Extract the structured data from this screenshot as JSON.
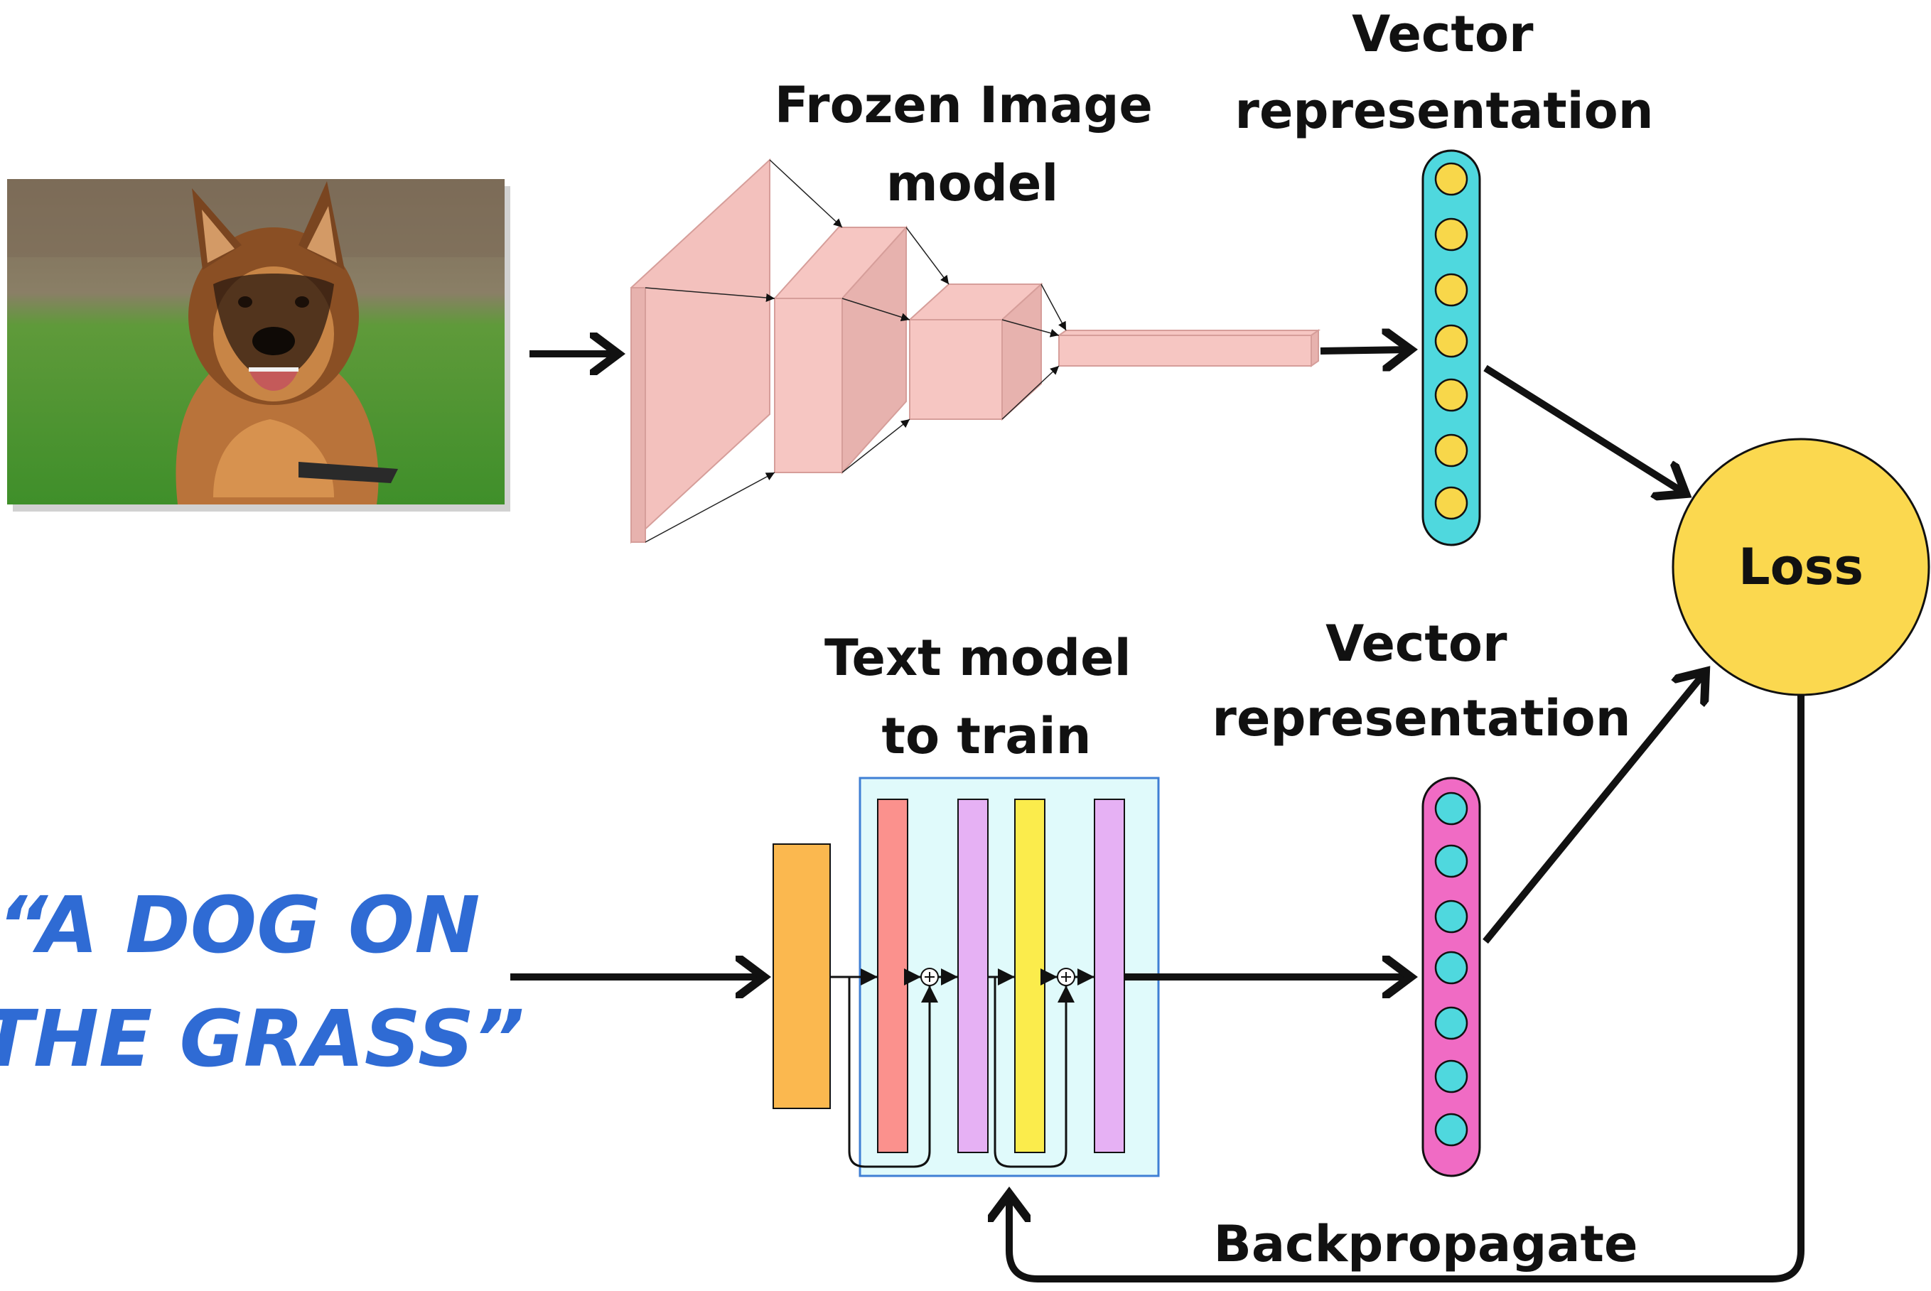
{
  "image_input": {
    "subject": "german shepherd dog photo"
  },
  "labels": {
    "frozen_model": [
      "Frozen Image",
      "model"
    ],
    "vector_top": [
      "Vector",
      "representation"
    ],
    "text_model": [
      "Text model",
      "to train"
    ],
    "vector_bottom": [
      "Vector",
      "representation"
    ],
    "loss": "Loss",
    "backprop": "Backpropagate"
  },
  "text_input": {
    "lines": [
      "“A DOG ON",
      "THE GRASS”"
    ]
  },
  "colors": {
    "quote_text": "#2f6bd4",
    "cnn_face": "#f6c6c2",
    "cnn_side": "#e7b2ae",
    "vector_top_fill": "#4fd8de",
    "vector_top_dots": "#f8d74a",
    "vector_bottom_fill": "#f06bc4",
    "vector_bottom_dots": "#4fd8de",
    "loss_fill": "#fbd84f",
    "embed_block": "#fbb84f",
    "text_model_bg": "#e0fafb",
    "text_model_border": "#3f7fd4",
    "layer_red": "#fb918d",
    "layer_violet": "#e6b1f4",
    "layer_yellow": "#fbec4c",
    "arrow": "#111111"
  }
}
